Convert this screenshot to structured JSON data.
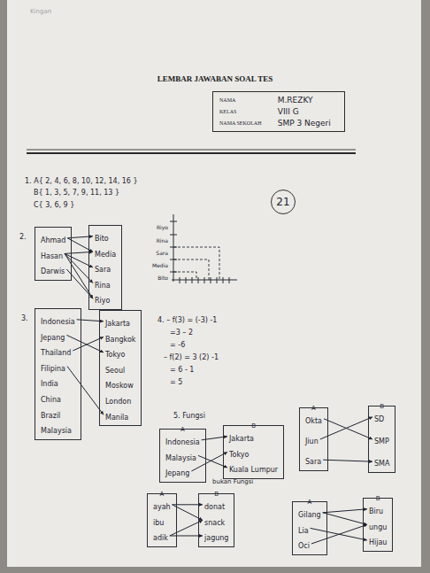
{
  "diagram": {
    "title": "LEMBAR JAWABAN SOAL TES",
    "nodes": [
      {
        "text": [
          "NAMA",
          "M.REZKY",
          "KELAS",
          "VIII G",
          "NAMA SEKOLAH",
          "SMP 3 Negeri"
        ]
      },
      {
        "text": [
          "21"
        ]
      },
      {
        "text": []
      },
      {
        "text": [
          "Ahmad"
        ],
        "in": 2
      },
      {
        "text": [
          "Hasan"
        ],
        "in": 2
      },
      {
        "text": [
          "Darwis"
        ],
        "in": 2
      },
      {
        "text": []
      },
      {
        "text": [
          "Bito"
        ],
        "in": 6
      },
      {
        "text": [
          "Media"
        ],
        "in": 6
      },
      {
        "text": [
          "Sara"
        ],
        "in": 6
      },
      {
        "text": [
          "Rina"
        ],
        "in": 6
      },
      {
        "text": [
          "Riyo"
        ],
        "in": 6
      },
      {
        "text": []
      },
      {
        "text": [
          "Indonesia"
        ],
        "in": 12
      },
      {
        "text": [
          "Jepang"
        ],
        "in": 12
      },
      {
        "text": [
          "Thailand"
        ],
        "in": 12
      },
      {
        "text": [
          "Filipina"
        ],
        "in": 12
      },
      {
        "text": [
          "India"
        ],
        "in": 12
      },
      {
        "text": [
          "China"
        ],
        "in": 12
      },
      {
        "text": [
          "Brazil"
        ],
        "in": 12
      },
      {
        "text": [
          "Malaysia"
        ],
        "in": 12
      },
      {
        "text": []
      },
      {
        "text": [
          "Jakarta"
        ],
        "in": 21
      },
      {
        "text": [
          "Bangkok"
        ],
        "in": 21
      },
      {
        "text": [
          "Tokyo"
        ],
        "in": 21
      },
      {
        "text": [
          "Seoul"
        ],
        "in": 21
      },
      {
        "text": [
          "Moskow"
        ],
        "in": 21
      },
      {
        "text": [
          "London"
        ],
        "in": 21
      },
      {
        "text": [
          "Manila"
        ],
        "in": 21
      },
      {
        "text": [
          "A"
        ]
      },
      {
        "text": [
          "Indonesia"
        ],
        "in": 29
      },
      {
        "text": [
          "Malaysia"
        ],
        "in": 29
      },
      {
        "text": [
          "Jepang"
        ],
        "in": 29
      },
      {
        "text": [
          "B"
        ]
      },
      {
        "text": [
          "Jakarta"
        ],
        "in": 33
      },
      {
        "text": [
          "Tokyo"
        ],
        "in": 33
      },
      {
        "text": [
          "Kuala Lumpur"
        ],
        "in": 33
      },
      {
        "text": [
          "A"
        ]
      },
      {
        "text": [
          "Okta"
        ],
        "in": 37
      },
      {
        "text": [
          "Jiun"
        ],
        "in": 37
      },
      {
        "text": [
          "Sara"
        ],
        "in": 37
      },
      {
        "text": [
          "B"
        ]
      },
      {
        "text": [
          "SD"
        ],
        "in": 41
      },
      {
        "text": [
          "SMP"
        ],
        "in": 41
      },
      {
        "text": [
          "SMA"
        ],
        "in": 41
      },
      {
        "text": [
          "A"
        ]
      },
      {
        "text": [
          "ayah"
        ],
        "in": 45
      },
      {
        "text": [
          "ibu"
        ],
        "in": 45
      },
      {
        "text": [
          "adik"
        ],
        "in": 45
      },
      {
        "text": [
          "B"
        ]
      },
      {
        "text": [
          "donat"
        ],
        "in": 49
      },
      {
        "text": [
          "snack"
        ],
        "in": 49
      },
      {
        "text": [
          "jagung"
        ],
        "in": 49
      },
      {
        "text": [
          "A"
        ]
      },
      {
        "text": [
          "Gilang"
        ],
        "in": 53
      },
      {
        "text": [
          "Lia"
        ],
        "in": 53
      },
      {
        "text": [
          "Oci"
        ],
        "in": 53
      },
      {
        "text": [
          "B"
        ]
      },
      {
        "text": [
          "Biru"
        ],
        "in": 57
      },
      {
        "text": [
          "ungu"
        ],
        "in": 57
      },
      {
        "text": [
          "Hijau"
        ],
        "in": 57
      }
    ],
    "edges": [
      {
        "from": 3,
        "to": 7,
        "arrow": "to"
      },
      {
        "from": 3,
        "to": 8,
        "arrow": "to"
      },
      {
        "from": 4,
        "to": 8,
        "arrow": "to"
      },
      {
        "from": 4,
        "to": 9,
        "arrow": "to"
      },
      {
        "from": 4,
        "to": 10,
        "arrow": "to"
      },
      {
        "from": 4,
        "to": 11,
        "arrow": "to"
      },
      {
        "from": 5,
        "to": 11,
        "arrow": "to"
      },
      {
        "from": 13,
        "to": 22,
        "arrow": "to"
      },
      {
        "from": 14,
        "to": 24,
        "arrow": "to"
      },
      {
        "from": 15,
        "to": 23,
        "arrow": "to"
      },
      {
        "from": 16,
        "to": 28,
        "arrow": "to"
      },
      {
        "from": 30,
        "to": 34,
        "arrow": "to"
      },
      {
        "from": 31,
        "to": 36,
        "arrow": "to"
      },
      {
        "from": 32,
        "to": 35,
        "arrow": "to"
      },
      {
        "from": 38,
        "to": 43,
        "arrow": "to"
      },
      {
        "from": 39,
        "to": 42,
        "arrow": "to"
      },
      {
        "from": 40,
        "to": 44,
        "arrow": "to"
      },
      {
        "from": 46,
        "to": 50,
        "arrow": "to"
      },
      {
        "from": 46,
        "to": 51,
        "arrow": "to"
      },
      {
        "from": 48,
        "to": 51,
        "arrow": "to"
      },
      {
        "from": 48,
        "to": 52,
        "arrow": "to"
      },
      {
        "from": 54,
        "to": 58,
        "arrow": "to"
      },
      {
        "from": 54,
        "to": 59,
        "arrow": "to"
      },
      {
        "from": 55,
        "to": 60,
        "arrow": "to"
      },
      {
        "from": 56,
        "to": 59,
        "arrow": "to"
      }
    ],
    "labels": [
      "Kingan",
      "1. A{ 2, 4, 6, 8, 10, 12, 14, 16 }",
      "B{ 1, 3, 5, 7, 9, 11, 13 }",
      "C{ 3, 6, 9 }",
      "2.",
      "Riyo",
      "Rina",
      "Sara",
      "Media",
      "Bito",
      "3.",
      "4. – f(3) = (-3) -1",
      "=3 – 2",
      "= -6",
      "– f(2) = 3 (2) -1",
      "= 6 - 1",
      "= 5",
      "5. Fungsi",
      "bukan Fungsi"
    ]
  }
}
